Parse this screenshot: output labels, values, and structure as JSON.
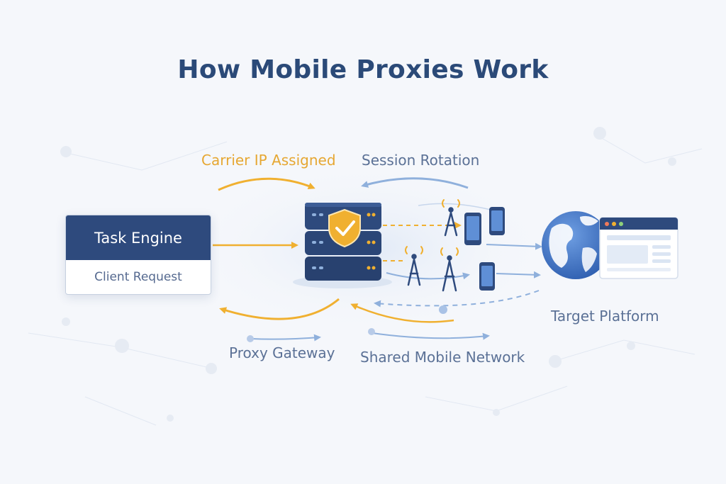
{
  "title": "How Mobile Proxies Work",
  "labels": {
    "carrier_ip": "Carrier IP Assigned",
    "session_rotation": "Session Rotation",
    "proxy_gateway": "Proxy Gateway",
    "shared_network": "Shared Mobile Network",
    "target_platform": "Target Platform"
  },
  "task_box": {
    "heading": "Task Engine",
    "subheading": "Client Request"
  },
  "colors": {
    "navy": "#2e4a7d",
    "orange": "#f0b030",
    "light_blue": "#8fb0dc",
    "globe_blue": "#3a6fc0",
    "background": "#f5f7fb"
  },
  "icons": [
    "server-icon",
    "shield-check-icon",
    "cell-tower-icon",
    "smartphone-icon",
    "globe-icon",
    "browser-window-icon"
  ]
}
